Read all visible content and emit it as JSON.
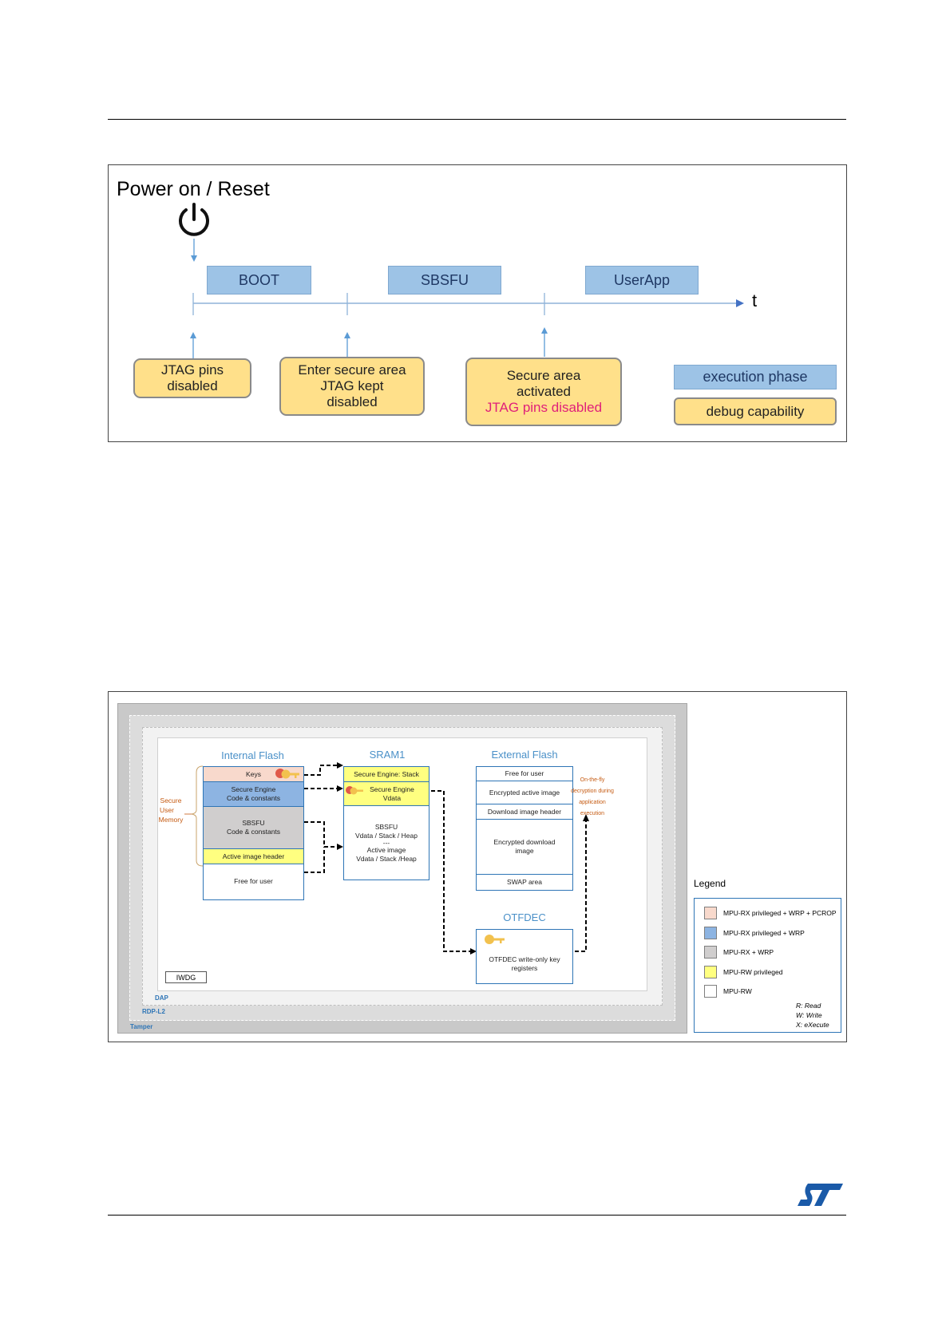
{
  "figure1": {
    "title": "Power on / Reset",
    "time_label": "t",
    "phases": [
      "BOOT",
      "SBSFU",
      "UserApp"
    ],
    "debug": {
      "jtag_disabled": [
        "JTAG pins",
        "disabled"
      ],
      "enter_secure": [
        "Enter secure area",
        "JTAG kept",
        "disabled"
      ],
      "secure_activated": [
        "Secure area",
        "activated"
      ],
      "secure_activated_red": "JTAG pins disabled"
    },
    "legend": {
      "execution": "execution phase",
      "debug": "debug capability"
    }
  },
  "figure2": {
    "zones": {
      "dap": "DAP",
      "rdp": "RDP-L2",
      "tamper": "Tamper"
    },
    "iwdg": "IWDG",
    "secure_user_memory": [
      "Secure",
      "User",
      "Memory"
    ],
    "internal_flash": {
      "title": "Internal Flash",
      "keys": "Keys",
      "se_code": [
        "Secure Engine",
        "Code & constants"
      ],
      "sbsfu_code": [
        "SBSFU",
        "Code & constants"
      ],
      "active_header": "Active image header",
      "free": "Free for user"
    },
    "sram1": {
      "title": "SRAM1",
      "se_stack": "Secure Engine: Stack",
      "se_vdata": [
        "Secure Engine",
        "Vdata"
      ],
      "sbsfu": [
        "SBSFU",
        "Vdata / Stack / Heap",
        "---",
        "Active image",
        "Vdata / Stack /Heap"
      ]
    },
    "external_flash": {
      "title": "External Flash",
      "free": "Free for user",
      "enc_active": "Encrypted active image",
      "dl_header": "Download image header",
      "enc_download": [
        "Encrypted download",
        "image"
      ],
      "swap": "SWAP area"
    },
    "otfdec": {
      "title": "OTFDEC",
      "regs": [
        "OTFDEC write-only key",
        "registers"
      ]
    },
    "otf_note": [
      "On-the-fly",
      "decryption during",
      "application",
      "execution"
    ],
    "legend": {
      "title": "Legend",
      "items": [
        {
          "label": "MPU-RX privileged + WRP + PCROP",
          "color": "#f8d9cc"
        },
        {
          "label": "MPU-RX privileged + WRP",
          "color": "#8db4e2"
        },
        {
          "label": "MPU-RX + WRP",
          "color": "#d0cece"
        },
        {
          "label": "MPU-RW privileged",
          "color": "#ffff80"
        },
        {
          "label": "MPU-RW",
          "color": "#ffffff"
        }
      ],
      "notes": [
        "R: Read",
        "W: Write",
        "X: eXecute"
      ]
    }
  },
  "colors": {
    "phase": "#9dc3e6",
    "debug": "#ffe08a",
    "accent": "#2e75b6",
    "red_text": "#e0207a"
  }
}
